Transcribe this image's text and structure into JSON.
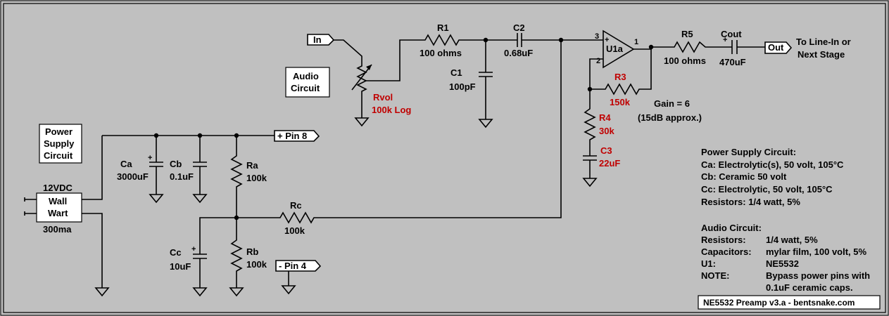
{
  "labels": {
    "in_port": "In",
    "out_port": "Out",
    "audio_block_l1": "Audio",
    "audio_block_l2": "Circuit",
    "power_block_l1": "Power",
    "power_block_l2": "Supply",
    "power_block_l3": "Circuit",
    "to_line_l1": "To Line-In or",
    "to_line_l2": "Next Stage",
    "pin8": "+ Pin 8",
    "pin4": "- Pin 4",
    "wart_top": "12VDC",
    "wart_l1": "Wall",
    "wart_l2": "Wart",
    "wart_bottom": "300ma",
    "gain_l1": "Gain = 6",
    "gain_l2": "(15dB approx.)",
    "footer": "NE5532 Preamp v3.a - bentsnake.com"
  },
  "components": {
    "R1_name": "R1",
    "R1_val": "100 ohms",
    "C2_name": "C2",
    "C2_val": "0.68uF",
    "C1_name": "C1",
    "C1_val": "100pF",
    "R5_name": "R5",
    "R5_val": "100 ohms",
    "Cout_name": "Cout",
    "Cout_val": "470uF",
    "U1_name": "U1a",
    "pin3": "3",
    "pin2": "2",
    "pin1": "1",
    "Rvol_name": "Rvol",
    "Rvol_val": "100k Log",
    "R3_name": "R3",
    "R3_val": "150k",
    "R4_name": "R4",
    "R4_val": "30k",
    "C3_name": "C3",
    "C3_val": "22uF",
    "Ca_name": "Ca",
    "Ca_val": "3000uF",
    "Cb_name": "Cb",
    "Cb_val": "0.1uF",
    "Cc_name": "Cc",
    "Cc_val": "10uF",
    "Ra_name": "Ra",
    "Ra_val": "100k",
    "Rb_name": "Rb",
    "Rb_val": "100k",
    "Rc_name": "Rc",
    "Rc_val": "100k"
  },
  "notes": {
    "ps_title": "Power Supply Circuit:",
    "ps_ca": "Ca: Electrolytic(s), 50 volt, 105°C",
    "ps_cb": "Cb: Ceramic 50 volt",
    "ps_cc": "Cc: Electrolytic, 50 volt, 105°C",
    "ps_res": "Resistors: 1/4 watt, 5%",
    "ac_title": "Audio Circuit:",
    "ac_res_k": "Resistors:",
    "ac_res_v": "1/4 watt, 5%",
    "ac_cap_k": "Capacitors:",
    "ac_cap_v": "mylar film, 100 volt, 5%",
    "ac_u1_k": "U1:",
    "ac_u1_v": "NE5532",
    "ac_note_k": "NOTE:",
    "ac_note_v1": "Bypass power pins with",
    "ac_note_v2": "0.1uF ceramic caps."
  },
  "colors": {
    "background": "#c0c0c0",
    "highlight_value": "#c00000",
    "ink": "#000000"
  }
}
